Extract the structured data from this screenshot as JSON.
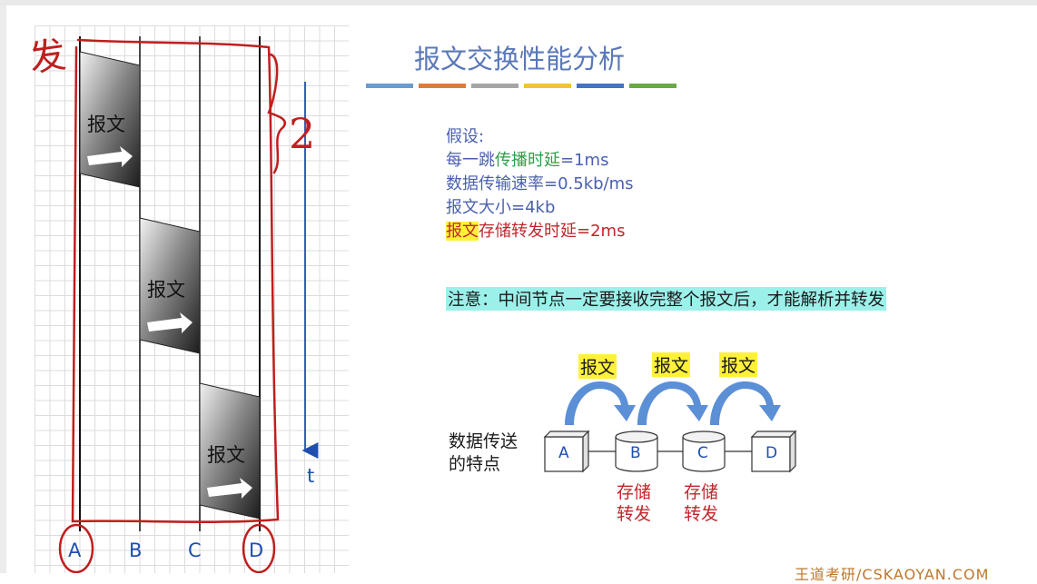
{
  "title": "报文交换性能分析",
  "title_underline_colors": [
    "#6a9bd1",
    "#e07a3a",
    "#a5a5a5",
    "#f4c430",
    "#4472c4",
    "#6aaa44"
  ],
  "assumptions": {
    "heading": "假设:",
    "line1_prefix": "每一跳",
    "line1_term": "传播时延",
    "line1_value": "=1ms",
    "line2": "数据传输速率=0.5kb/ms",
    "line3": "报文大小=4kb",
    "line4_highlight": "报文",
    "line4_term": "存储转发时延",
    "line4_value": "=2ms"
  },
  "note": "注意：中间节点一定要接收完整个报文后，才能解析并转发",
  "timeline": {
    "message_label": "报文",
    "nodes": [
      "A",
      "B",
      "C",
      "D"
    ],
    "time_label": "t",
    "annotation_top": "发",
    "annotation_brace": "2"
  },
  "flow": {
    "title_line1": "数据传送",
    "title_line2": "的特点",
    "nodes": [
      "A",
      "B",
      "C",
      "D"
    ],
    "hop_label": "报文",
    "store_line1": "存储",
    "store_line2": "转发"
  },
  "footer": "王道考研/CSKAOYAN.COM",
  "colors": {
    "accent_blue": "#1f4fb0",
    "handwriting_red": "#c01e1e",
    "arrow_blue": "#5b8fd6",
    "highlight_yellow": "#fff13a",
    "note_cyan": "#9cf0ea"
  }
}
